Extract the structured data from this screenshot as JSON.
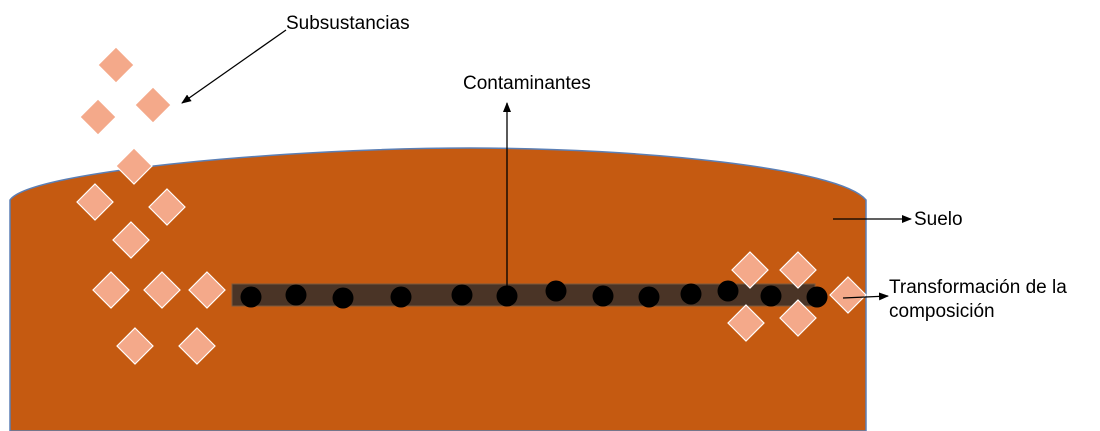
{
  "labels": {
    "substances": "Subsustancias",
    "contaminants": "Contaminantes",
    "soil": "Suelo",
    "transformation": "Transformación de la composición"
  },
  "colors": {
    "soil": "#c55a11",
    "soil_edge": "#5b7fb5",
    "diamond_fill": "#f4a98a",
    "diamond_stroke": "#ffffff",
    "layer": "#4a3426",
    "particle": "#000000"
  }
}
